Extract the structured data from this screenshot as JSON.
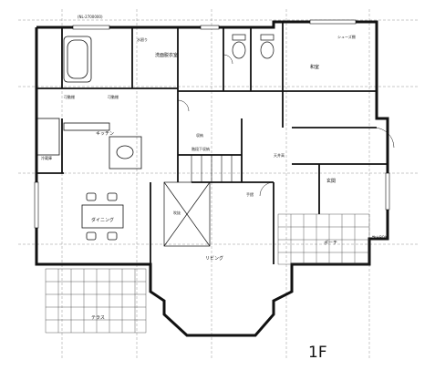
{
  "floor": "1F",
  "rooms": {
    "senmenjo": "洗面脱衣室",
    "kitchen": "キッチン",
    "dining": "ダイニング",
    "living": "リビング",
    "genkan": "玄関",
    "terrace": "テラス",
    "porch": "ポーチ",
    "washitsu": "和室"
  },
  "fixtures": {
    "kadoudana1": "可動棚",
    "kadoudana2": "可動棚",
    "shoe_shelf": "シューズ棚",
    "fridge": "冷蔵庫",
    "storage": "収納",
    "mizumawari": "水廻り",
    "top_note": "(NL-2700000)",
    "box": "散水BOX"
  },
  "notes": {
    "n1": "階段下収納",
    "n2": "手摺",
    "n3": "天井高",
    "n4": "吹抜"
  }
}
